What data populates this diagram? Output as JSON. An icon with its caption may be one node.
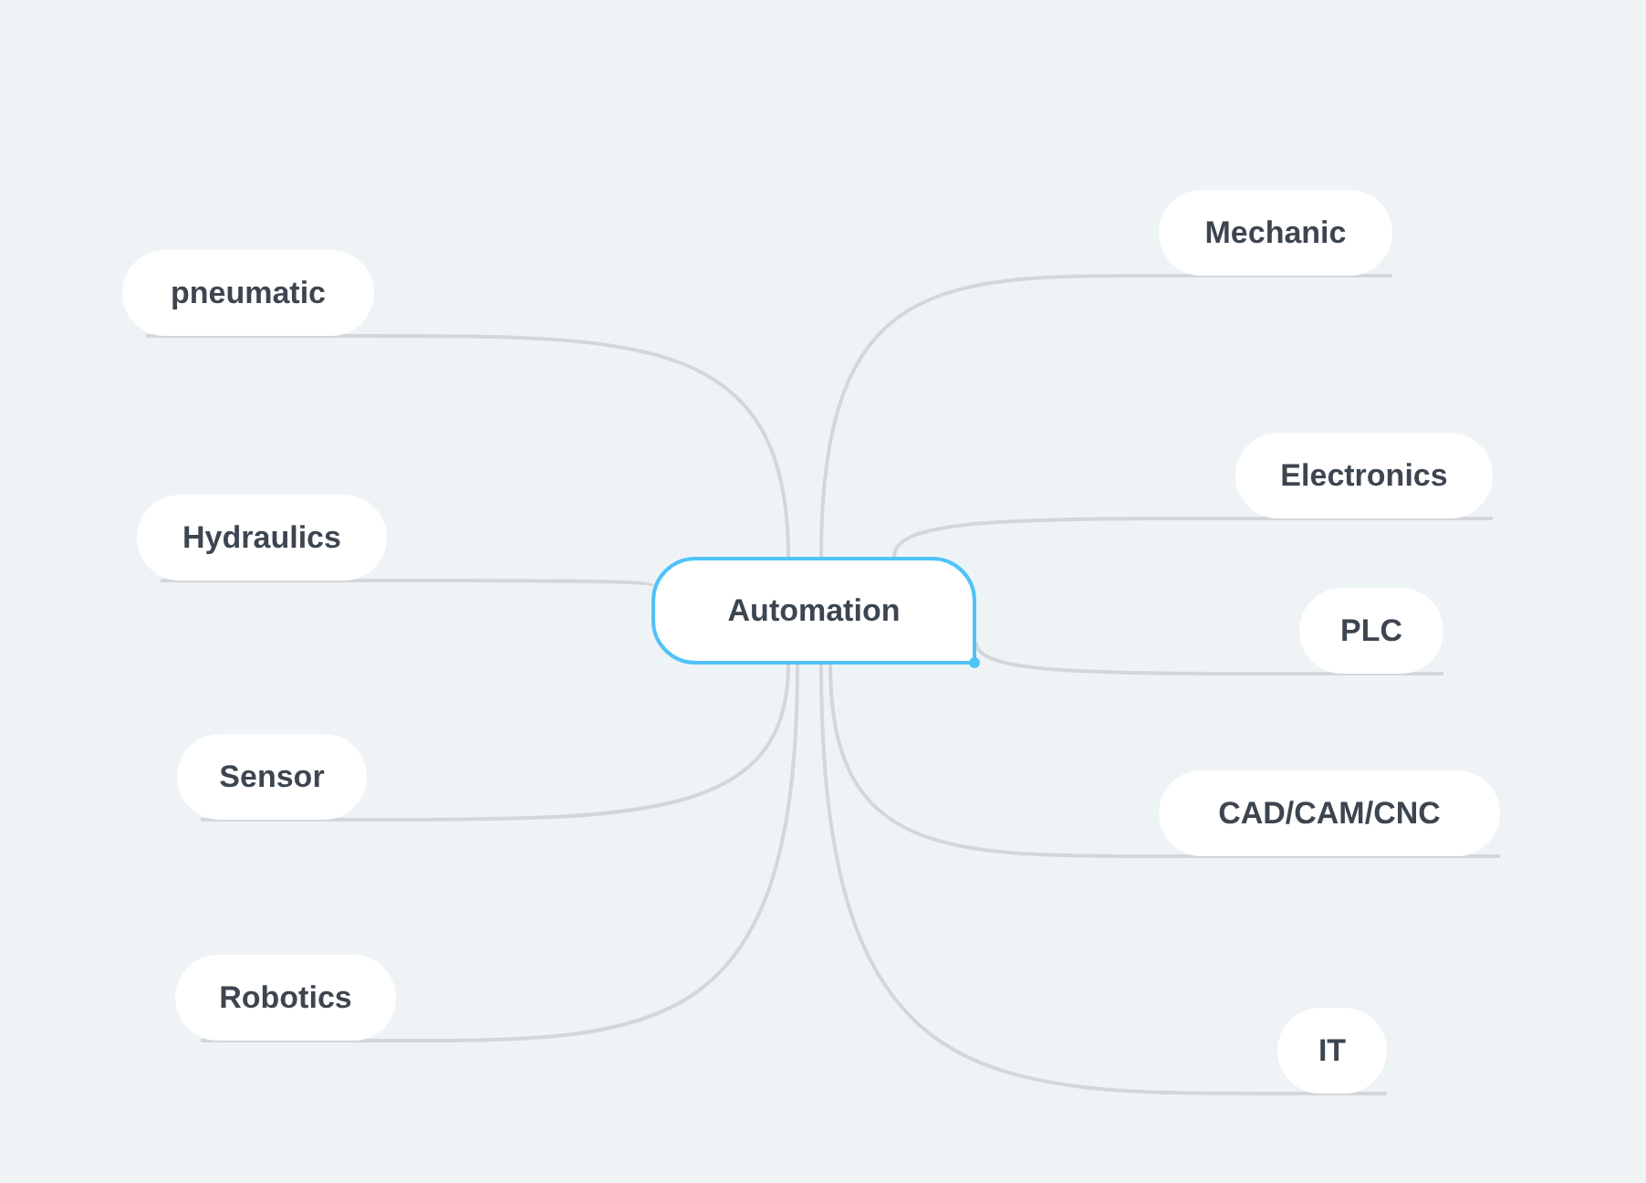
{
  "diagram": {
    "nodes": [
      {
        "text": [
          "Automation"
        ]
      },
      {
        "text": [
          "Mechanic"
        ]
      },
      {
        "text": [
          "Electronics"
        ]
      },
      {
        "text": [
          "PLC"
        ]
      },
      {
        "text": [
          "CAD/CAM/CNC"
        ]
      },
      {
        "text": [
          "IT"
        ]
      },
      {
        "text": [
          "pneumatic"
        ]
      },
      {
        "text": [
          "Hydraulics"
        ]
      },
      {
        "text": [
          "Sensor"
        ]
      },
      {
        "text": [
          "Robotics"
        ]
      }
    ],
    "edges": [
      {
        "from": 0,
        "to": 1,
        "arrow": "none"
      },
      {
        "from": 0,
        "to": 2,
        "arrow": "none"
      },
      {
        "from": 0,
        "to": 3,
        "arrow": "none"
      },
      {
        "from": 0,
        "to": 4,
        "arrow": "none"
      },
      {
        "from": 0,
        "to": 5,
        "arrow": "none"
      },
      {
        "from": 0,
        "to": 6,
        "arrow": "none"
      },
      {
        "from": 0,
        "to": 7,
        "arrow": "none"
      },
      {
        "from": 0,
        "to": 8,
        "arrow": "none"
      },
      {
        "from": 0,
        "to": 9,
        "arrow": "none"
      }
    ]
  }
}
